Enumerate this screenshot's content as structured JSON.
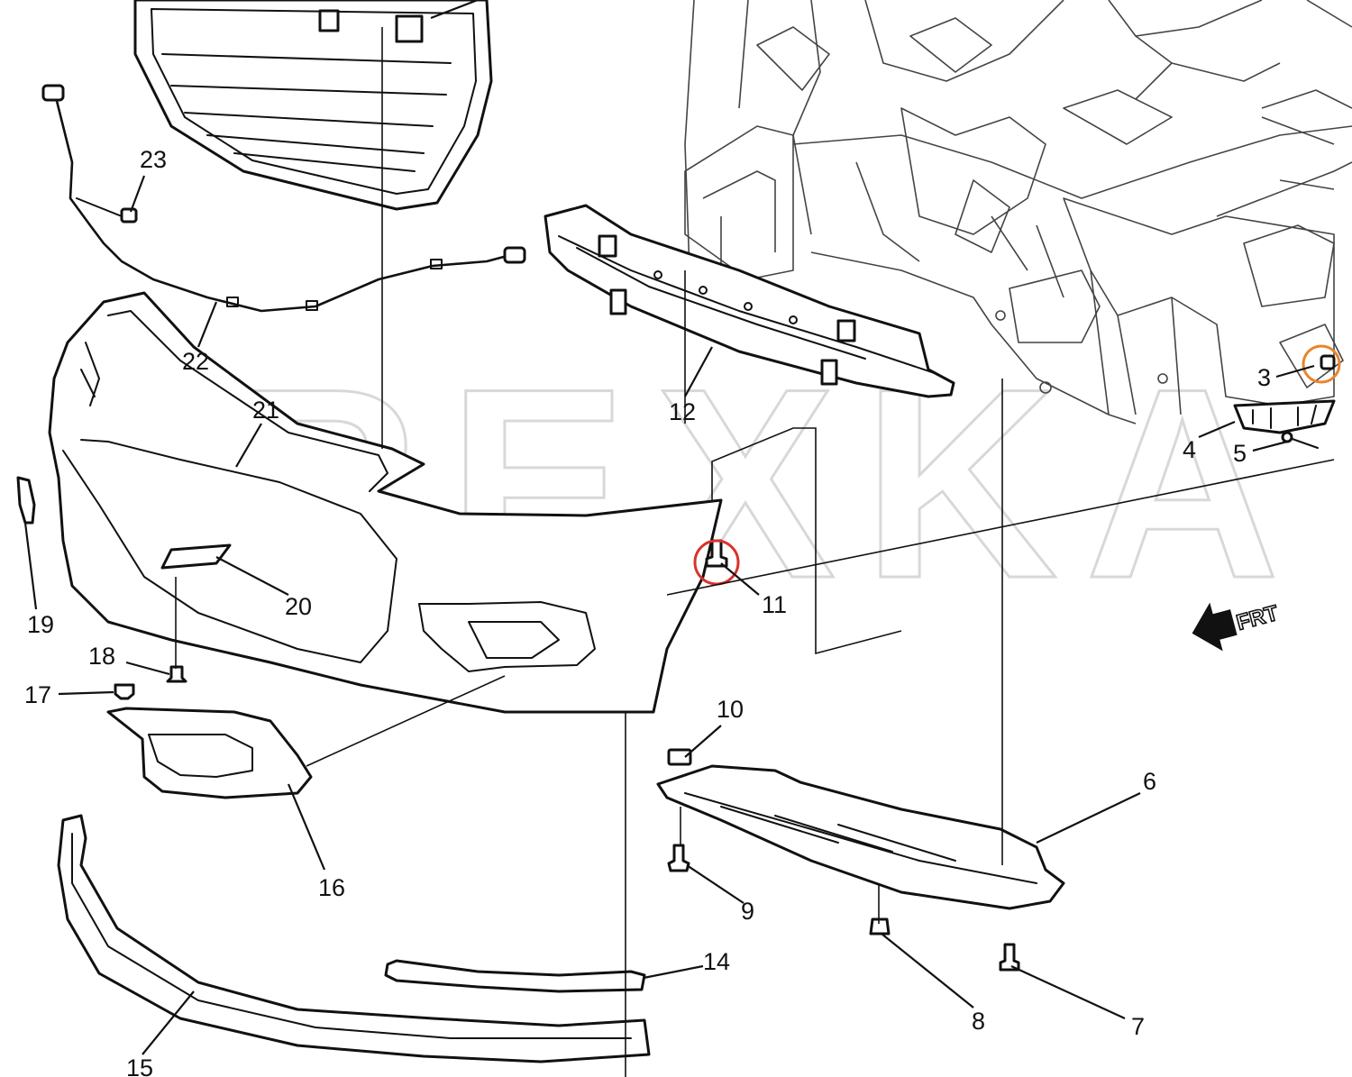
{
  "watermark": "REXKA",
  "direction_label": "FRT",
  "highlight_colors": {
    "red_circle": "#d9332b",
    "orange_circle": "#e8852f"
  },
  "callouts": {
    "c3": "3",
    "c4": "4",
    "c5": "5",
    "c6": "6",
    "c7": "7",
    "c8": "8",
    "c9": "9",
    "c10": "10",
    "c11": "11",
    "c12": "12",
    "c14": "14",
    "c15": "15",
    "c16": "16",
    "c17": "17",
    "c18": "18",
    "c19": "19",
    "c20": "20",
    "c21": "21",
    "c22": "22",
    "c23": "23"
  }
}
